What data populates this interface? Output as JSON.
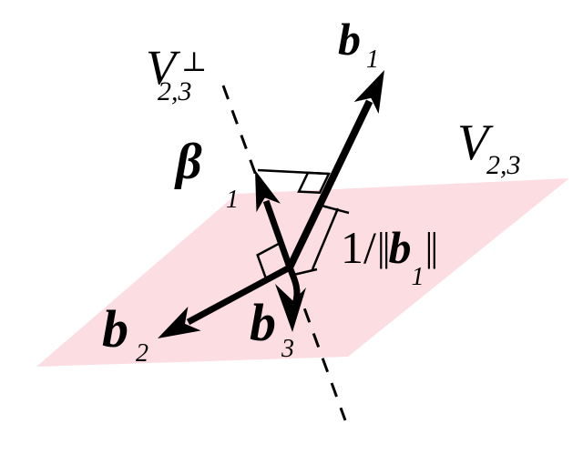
{
  "figure": {
    "description": "Vector diagram of a basis b1,b2,b3 with plane V2,3 spanned by b2,b3, its orthogonal complement line, the dual vector beta1 and the length 1 over norm of b1"
  },
  "colors": {
    "plane_fill": "#fcdde2",
    "ink": "#000000",
    "background": "#ffffff"
  },
  "labels": {
    "v_perp": {
      "main": "V",
      "superscript": "⊥",
      "subscript": "2,3"
    },
    "b1": {
      "main": "b",
      "subscript": "1"
    },
    "beta1": {
      "main": "β",
      "subscript": "1"
    },
    "v23": {
      "main": "V",
      "subscript": "2,3"
    },
    "reciprocal_norm": {
      "pre": "1/",
      "bar_left": "||",
      "main": "b",
      "subscript": "1",
      "bar_right": "||"
    },
    "b2": {
      "main": "b",
      "subscript": "2"
    },
    "b3": {
      "main": "b",
      "subscript": "3"
    }
  }
}
